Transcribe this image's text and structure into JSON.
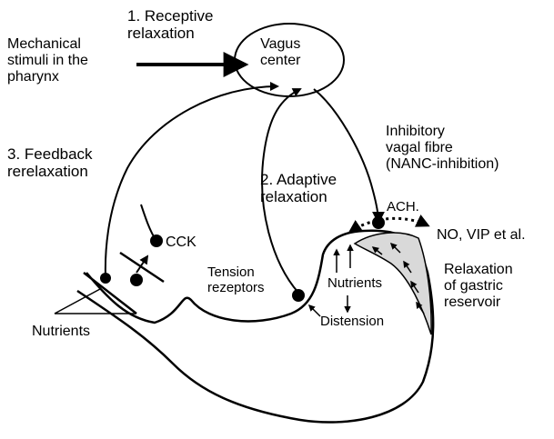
{
  "labels": {
    "receptive": "1. Receptive\nrelaxation",
    "vagus_center": "Vagus\ncenter",
    "mechanical": "Mechanical\nstimuli in the\npharynx",
    "feedback": "3. Feedback\nrerelaxation",
    "inhibitory": "Inhibitory\nvagal fibre\n(NANC-inhibition)",
    "adaptive": "2. Adaptive\nrelaxation",
    "ach": "ACH.",
    "no_vip": "NO, VIP et al.",
    "cck": "CCK",
    "tension": "Tension\nrezeptors",
    "nutrients_inner": "Nutrients",
    "distension": "Distension",
    "relaxation_gastric": "Relaxation\nof gastric\nreservoir",
    "nutrients_left": "Nutrients"
  },
  "colors": {
    "ink": "#000000",
    "reservoir_fill": "#d9d9d9"
  }
}
